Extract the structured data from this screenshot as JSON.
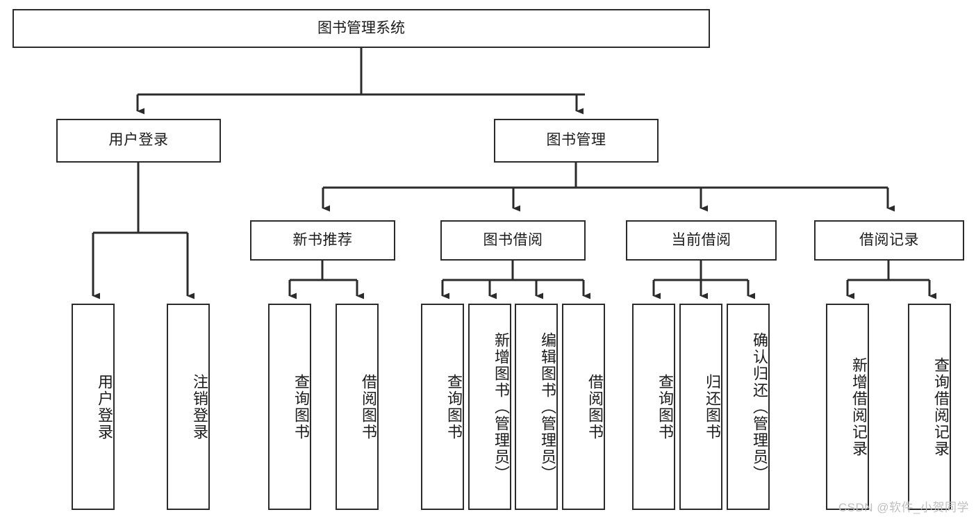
{
  "diagram": {
    "title": "图书管理系统",
    "type": "tree-hierarchy",
    "orientation": "top-down",
    "colors": {
      "background": "#ffffff",
      "box_border": "#2b2b2b",
      "box_fill": "#ffffff",
      "text": "#1b1b1b",
      "edge": "#2b2b2b",
      "watermark": "#bfbfbf"
    }
  },
  "watermark": {
    "text": "CSDN @软件_小贺同学"
  },
  "root": {
    "label": "图书管理系统"
  },
  "level2": [
    {
      "label": "用户登录"
    },
    {
      "label": "图书管理"
    }
  ],
  "level3": [
    {
      "label": "新书推荐"
    },
    {
      "label": "图书借阅"
    },
    {
      "label": "当前借阅"
    },
    {
      "label": "借阅记录"
    }
  ],
  "leaves": {
    "user_login": [
      {
        "label": "用户登录"
      },
      {
        "label": "注销登录"
      }
    ],
    "new_book_recommend": [
      {
        "label": "查询图书"
      },
      {
        "label": "借阅图书"
      }
    ],
    "book_borrow": [
      {
        "label": "查询图书"
      },
      {
        "label": "新增图书（管理员）"
      },
      {
        "label": "编辑图书（管理员）"
      },
      {
        "label": "借阅图书"
      }
    ],
    "current_borrow": [
      {
        "label": "查询图书"
      },
      {
        "label": "归还图书"
      },
      {
        "label": "确认归还（管理员）"
      }
    ],
    "borrow_record": [
      {
        "label": "新增借阅记录"
      },
      {
        "label": "查询借阅记录"
      }
    ]
  }
}
